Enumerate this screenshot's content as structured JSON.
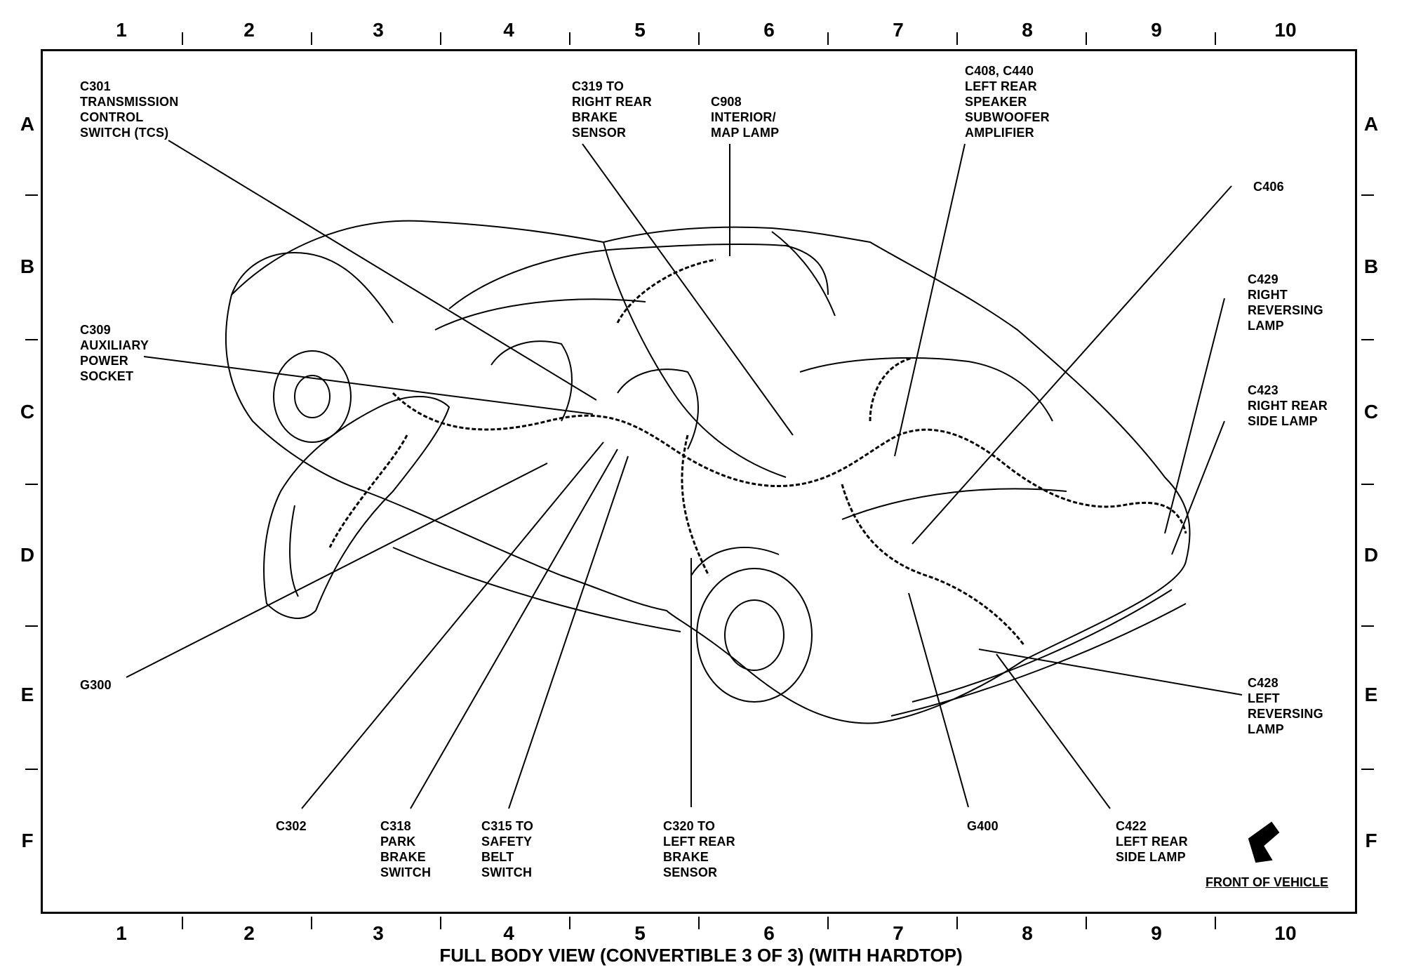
{
  "grid": {
    "columns": [
      "1",
      "2",
      "3",
      "4",
      "5",
      "6",
      "7",
      "8",
      "9",
      "10"
    ],
    "rows": [
      "A",
      "B",
      "C",
      "D",
      "E",
      "F"
    ]
  },
  "diagram": {
    "labels": {
      "c301": "C301\nTRANSMISSION\nCONTROL\nSWITCH (TCS)",
      "c319": "C319 TO\nRIGHT REAR\nBRAKE\nSENSOR",
      "c908": "C908\nINTERIOR/\nMAP LAMP",
      "c408": "C408, C440\nLEFT REAR\nSPEAKER\nSUBWOOFER\nAMPLIFIER",
      "c406": "C406",
      "c429": "C429\nRIGHT\nREVERSING\nLAMP",
      "c423": "C423\nRIGHT REAR\nSIDE LAMP",
      "c309": "C309\nAUXILIARY\nPOWER\nSOCKET",
      "g300": "G300",
      "c428": "C428\nLEFT\nREVERSING\nLAMP",
      "c302": "C302",
      "c318": "C318\nPARK\nBRAKE\nSWITCH",
      "c315": "C315 TO\nSAFETY\nBELT\nSWITCH",
      "c320": "C320 TO\nLEFT REAR\nBRAKE\nSENSOR",
      "g400": "G400",
      "c422": "C422\nLEFT REAR\nSIDE LAMP"
    },
    "front_of_vehicle": "FRONT OF VEHICLE"
  },
  "caption": "FULL BODY VIEW (CONVERTIBLE 3 OF 3) (WITH HARDTOP)"
}
